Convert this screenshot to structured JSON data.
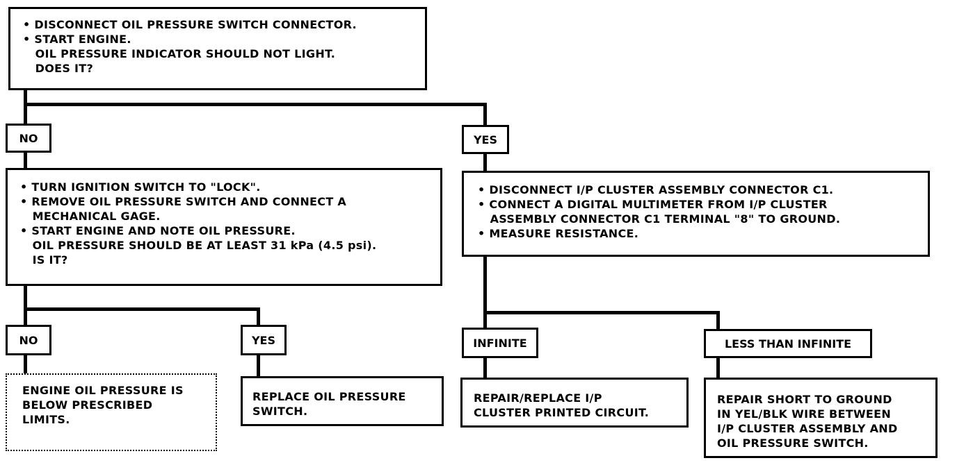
{
  "start_box": {
    "lines": [
      "• DISCONNECT OIL PRESSURE SWITCH CONNECTOR.",
      "• START ENGINE.",
      "   OIL PRESSURE INDICATOR SHOULD NOT LIGHT.",
      "   DOES IT?"
    ]
  },
  "label_no_1": "NO",
  "label_yes_1": "YES",
  "no_branch_box": {
    "lines": [
      "• TURN IGNITION SWITCH TO \"LOCK\".",
      "• REMOVE OIL PRESSURE SWITCH AND CONNECT A",
      "   MECHANICAL GAGE.",
      "• START ENGINE AND NOTE OIL PRESSURE.",
      "   OIL PRESSURE SHOULD BE AT LEAST 31 kPa (4.5 psi).",
      "   IS IT?"
    ]
  },
  "yes_branch_box": {
    "lines": [
      "• DISCONNECT I/P CLUSTER ASSEMBLY CONNECTOR C1.",
      "• CONNECT A DIGITAL MULTIMETER FROM I/P CLUSTER",
      "   ASSEMBLY CONNECTOR C1 TERMINAL \"8\" TO GROUND.",
      "• MEASURE RESISTANCE."
    ]
  },
  "label_no_2": "NO",
  "label_yes_2": "YES",
  "label_infinite": "INFINITE",
  "label_less_than_infinite": "LESS THAN INFINITE",
  "result_low_pressure": {
    "lines": [
      "ENGINE OIL PRESSURE IS",
      "BELOW PRESCRIBED",
      "LIMITS."
    ]
  },
  "result_replace_switch": {
    "lines": [
      "REPLACE OIL PRESSURE",
      "SWITCH."
    ]
  },
  "result_repair_circuit": {
    "lines": [
      "REPAIR/REPLACE I/P",
      "CLUSTER PRINTED CIRCUIT."
    ]
  },
  "result_repair_short": {
    "lines": [
      "REPAIR SHORT TO GROUND",
      "IN YEL/BLK WIRE BETWEEN",
      "I/P CLUSTER ASSEMBLY AND",
      "OIL PRESSURE SWITCH."
    ]
  }
}
